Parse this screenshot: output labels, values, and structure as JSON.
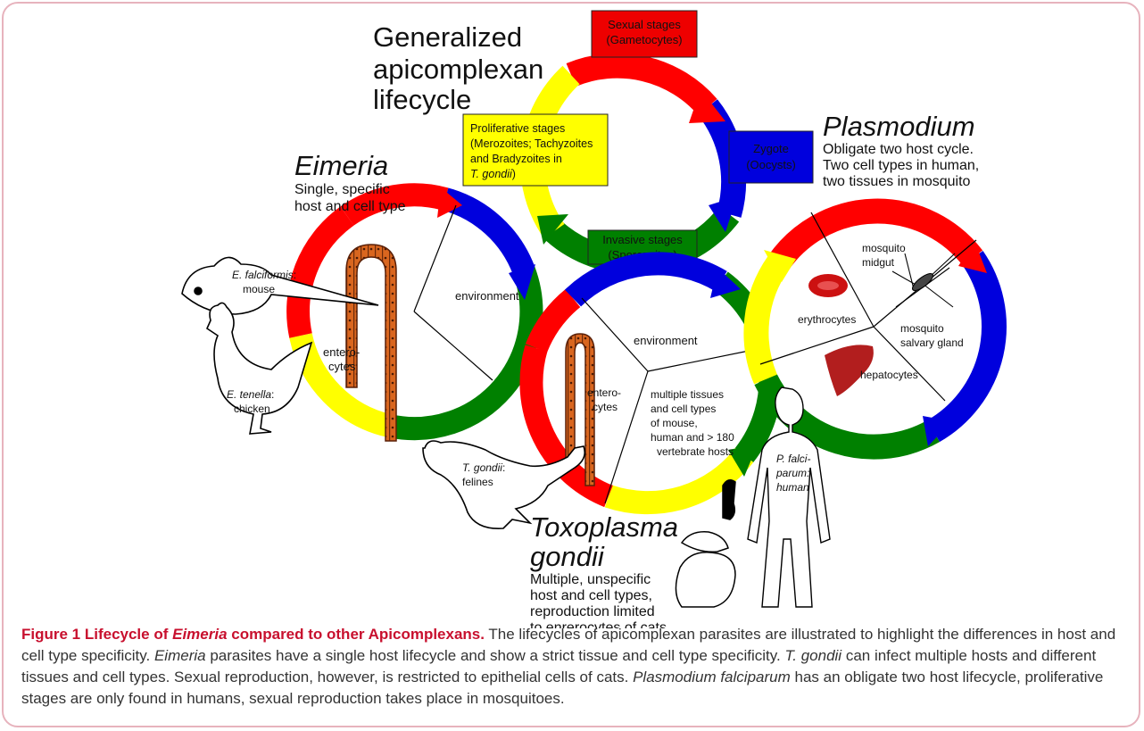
{
  "colors": {
    "red": "#ff0000",
    "blue": "#0000dd",
    "green": "#008000",
    "yellow": "#ffff00",
    "frame": "#e7b3bd",
    "caption_head": "#c8102e"
  },
  "generalized": {
    "title": [
      "Generalized",
      "apicomplexan",
      "lifecycle"
    ],
    "sexual": [
      "Sexual stages",
      "(Gametocytes)"
    ],
    "zygote": [
      "Zygote",
      "(Oocysts)"
    ],
    "invasive": [
      "Invasive stages",
      "(Sporozoites)"
    ],
    "proliferative": [
      "Proliferative stages",
      "(Merozoites; Tachyzoites",
      "and Bradyzoites in"
    ],
    "proliferative_tg": "T. gondii",
    "proliferative_close": ")"
  },
  "eimeria": {
    "title": "Eimeria",
    "desc": [
      "Single, specific",
      "host and cell type"
    ],
    "environment": "environment",
    "enterocytes": [
      "entero-",
      "cytes"
    ],
    "host1_species": "E. falciformis",
    "host1_name": "mouse",
    "host2_species": "E. tenella",
    "host2_name": "chicken"
  },
  "toxo": {
    "title": [
      "Toxoplasma",
      "gondii"
    ],
    "desc": [
      "Multiple, unspecific",
      "host and cell types,",
      "reproduction limited",
      "to enrerocytes of cats"
    ],
    "environment": "environment",
    "enterocytes": [
      "entero-",
      "cytes"
    ],
    "tissues": [
      "multiple tissues",
      "and cell types",
      "of mouse,",
      "human and > 180",
      "vertebrate hosts"
    ],
    "host_species": "T. gondii",
    "host_name": "felines"
  },
  "plasmodium": {
    "title": "Plasmodium",
    "desc": [
      "Obligate two host cycle.",
      "Two cell types in human,",
      "two tissues in mosquito"
    ],
    "midgut": [
      "mosquito",
      "midgut"
    ],
    "salivary": [
      "mosquito",
      "salvary gland"
    ],
    "erythrocytes": "erythrocytes",
    "hepatocytes": "hepatocytes",
    "human": [
      "P. falci-",
      "parum:",
      "human"
    ]
  },
  "caption": {
    "head_a": "Figure 1 Lifecycle of ",
    "head_em": "Eimeria",
    "head_b": " compared to other Apicomplexans.",
    "t1": " The lifecycles of apicomplexan parasites are illustrated to highlight the differences in host and cell type specificity. ",
    "e1": "Eimeria",
    "t2": " parasites have a single host lifecycle and show a strict tissue and cell type specificity. ",
    "e2": "T. gondii",
    "t3": " can infect multiple hosts and different tissues and cell types. Sexual reproduction, however, is restricted to epithelial cells of cats. ",
    "e3": "Plasmodium falciparum",
    "t4": " has an obligate two host lifecycle, proliferative stages are only found in humans, sexual reproduction takes place in mosquitoes."
  }
}
